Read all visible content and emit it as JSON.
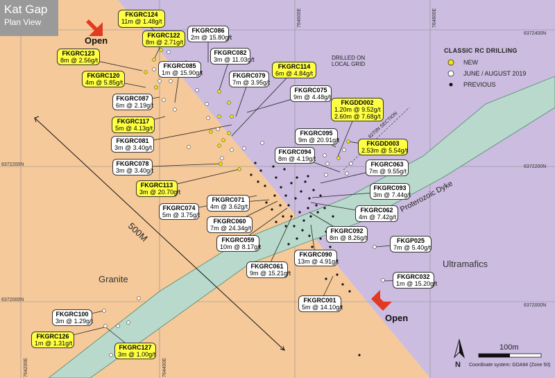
{
  "title": {
    "main": "Kat Gap",
    "sub": "Plan View"
  },
  "legend": {
    "title": "CLASSIC RC DRILLING",
    "items": [
      "NEW",
      "JUNE / AUGUST 2019",
      "PREVIOUS"
    ]
  },
  "notes": {
    "drilled_1": "DRILLED ON",
    "drilled_2": "LOCAL GRID",
    "section": "9270N SECTION",
    "dyke": "Proterozoic Dyke",
    "scale_diag": "500M",
    "scale_bar": "100m",
    "coord_system": "Coordinate system: GDA94 (Zone 50)",
    "north": "N"
  },
  "regions": {
    "granite": "Granite",
    "ultramafics": "Ultramafics"
  },
  "open_labels": {
    "top": "Open",
    "bottom": "Open"
  },
  "coords": {
    "e1": "764200E",
    "e2": "764400E",
    "e3": "764600E",
    "e4": "764800E",
    "n1": "6372400N",
    "n2": "6372200N",
    "n3": "6372000N"
  },
  "labels": [
    {
      "id": "FKGRC124",
      "val": "11m @ 1.48g/t",
      "new": true
    },
    {
      "id": "FKGRC122",
      "val": "8m @ 2.71g/t",
      "new": true
    },
    {
      "id": "FKGRC086",
      "val": "2m @ 15.80g/t",
      "new": false
    },
    {
      "id": "FKGRC123",
      "val": "8m @ 2.56g/t",
      "new": true
    },
    {
      "id": "FKGRC082",
      "val": "3m @ 11.03g/t",
      "new": false
    },
    {
      "id": "FKGRC085",
      "val": "1m @ 15.90g/t",
      "new": false
    },
    {
      "id": "FKGRC120",
      "val": "4m @ 5.85g/t",
      "new": true
    },
    {
      "id": "FKGRC079",
      "val": "7m @ 3.95g/t",
      "new": false
    },
    {
      "id": "FKGRC114",
      "val": "6m @ 4.84g/t",
      "new": true
    },
    {
      "id": "FKGRC087",
      "val": "6m @ 2.19g/t",
      "new": false
    },
    {
      "id": "FKGRC075",
      "val": "9m @ 4.48g/t",
      "new": false
    },
    {
      "id": "FKGDD002",
      "val": "1.20m @ 9.52g/t",
      "val2": "2.60m @ 7.68g/t",
      "new": true
    },
    {
      "id": "FKGRC117",
      "val": "5m @ 4.13g/t",
      "new": true
    },
    {
      "id": "FKGRC095",
      "val": "9m @ 20.91g/t",
      "new": false
    },
    {
      "id": "FKGRC081",
      "val": "3m @ 3.40g/t",
      "new": false
    },
    {
      "id": "FKGDD003",
      "val": "2.53m @ 5.54g/t",
      "new": true
    },
    {
      "id": "FKGRC094",
      "val": "8m @ 4.19g/t",
      "new": false
    },
    {
      "id": "FKGRC078",
      "val": "3m @ 3.40g/t",
      "new": false
    },
    {
      "id": "FKGRC063",
      "val": "7m @ 9.55g/t",
      "new": false
    },
    {
      "id": "FKGRC113",
      "val": "3m @ 20.70g/t",
      "new": true
    },
    {
      "id": "FKGRC093",
      "val": "3m @ 7.44g/t",
      "new": false
    },
    {
      "id": "FKGRC071",
      "val": "4m @ 3.62g/t",
      "new": false
    },
    {
      "id": "FKGRC074",
      "val": "5m @ 3.75g/t",
      "new": false
    },
    {
      "id": "FKGRC062",
      "val": "4m @ 7.42g/t",
      "new": false
    },
    {
      "id": "FKGRC060",
      "val": "7m @ 24.34g/t",
      "new": false
    },
    {
      "id": "FKGRC092",
      "val": "8m @ 8.26g/t",
      "new": false
    },
    {
      "id": "FKGRC059",
      "val": "10m @ 8.17g/t",
      "new": false
    },
    {
      "id": "FKGP025",
      "val": "7m @ 5.40g/t",
      "new": false
    },
    {
      "id": "FKGRC090",
      "val": "13m @ 4.91g/t",
      "new": false
    },
    {
      "id": "FKGRC061",
      "val": "9m @ 15.21g/t",
      "new": false
    },
    {
      "id": "FKGRC032",
      "val": "1m @ 15.20g/t",
      "new": false
    },
    {
      "id": "FKGRC001",
      "val": "5m @ 14.10g/t",
      "new": false
    },
    {
      "id": "FKGRC100",
      "val": "3m @ 1.29g/t",
      "new": false
    },
    {
      "id": "FKGRC126",
      "val": "1m @ 1.31g/t",
      "new": true
    },
    {
      "id": "FKGRC127",
      "val": "3m @ 1.00g/t",
      "new": true
    }
  ],
  "colors": {
    "granite": "#f5c99a",
    "ultramafics": "#cbbce0",
    "dyke": "#b9d9cc",
    "new_hole": "#f2e600",
    "label_new": "#ffff44"
  }
}
